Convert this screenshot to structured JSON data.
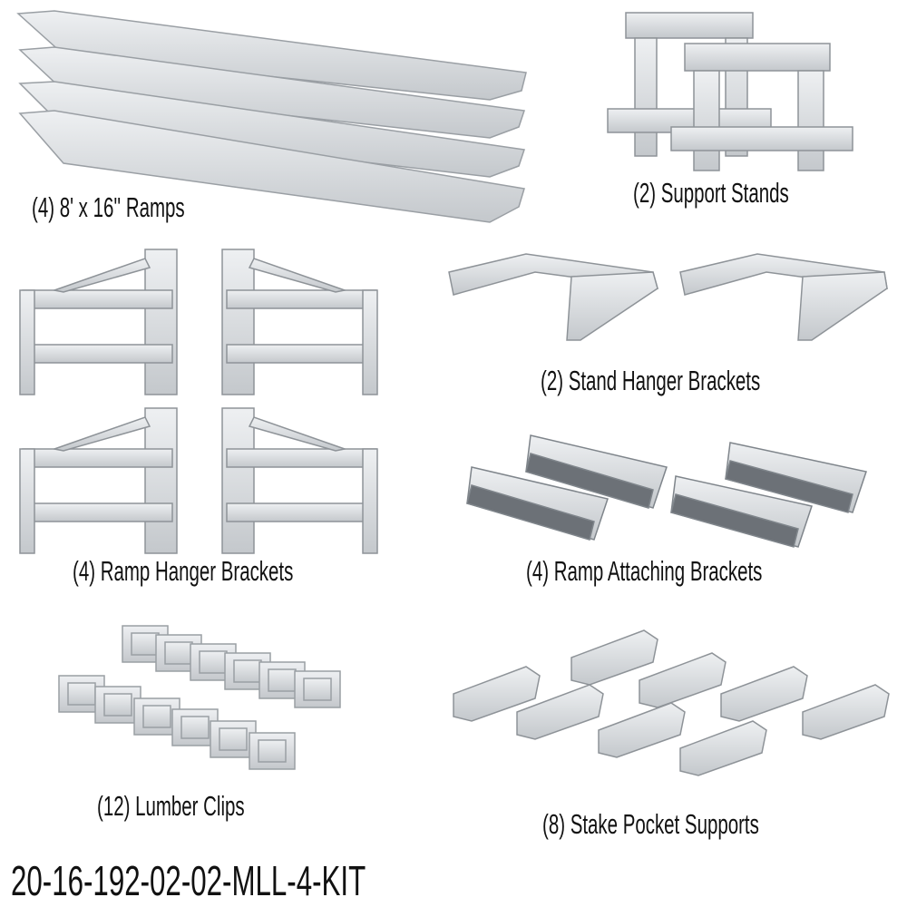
{
  "items": [
    {
      "label": "(4) 8' x 16'' Ramps"
    },
    {
      "label": "(2) Support Stands"
    },
    {
      "label": "(2) Stand Hanger Brackets"
    },
    {
      "label": "(4) Ramp Hanger Brackets"
    },
    {
      "label": "(4) Ramp Attaching Brackets"
    },
    {
      "label": "(12) Lumber Clips"
    },
    {
      "label": "(8) Stake Pocket Supports"
    }
  ],
  "sku": "20-16-192-02-02-MLL-4-KIT",
  "colors": {
    "metal": "#d9dcdf",
    "metal_dark": "#9a9fa4",
    "text": "#111111"
  }
}
